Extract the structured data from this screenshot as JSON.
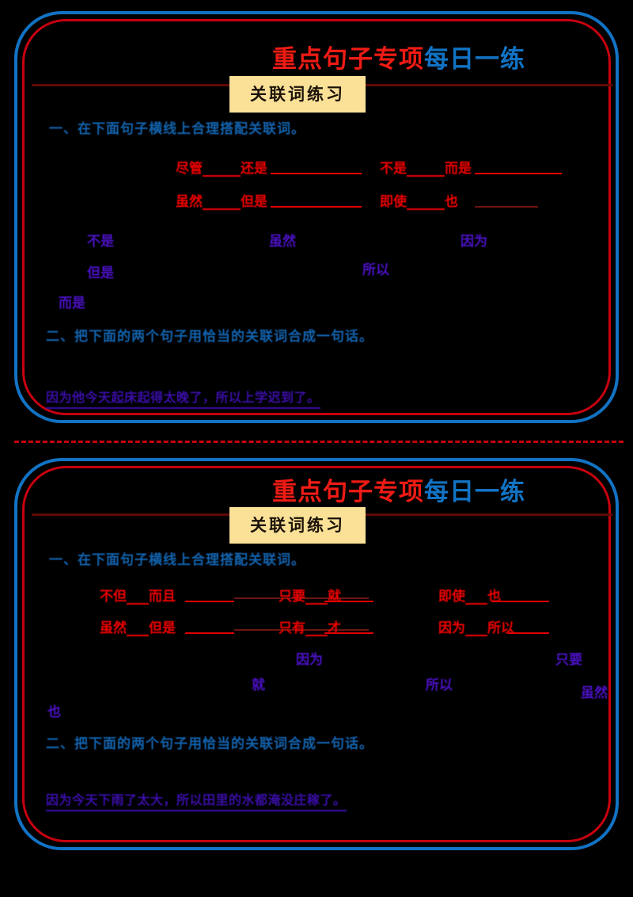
{
  "page": {
    "background_color": "#000000",
    "divider": "dashed-red-separator"
  },
  "theme": {
    "border_outer": "#1273c4",
    "border_inner": "#c8000f",
    "title_red": "#ef1b14",
    "title_blue": "#1273c4",
    "subtitle_bg": "#fbe197",
    "heading_blue": "#1263ae",
    "conj_red": "#f00000",
    "conj_purple": "#4b11c4",
    "sentence_purple": "#3a0ea8",
    "rule_dark_red": "#5e0b05"
  },
  "cards": [
    {
      "id": "card-1",
      "header": {
        "title_red": "重点句子专项",
        "title_blue": "每日一练",
        "subtitle": "关联词练习"
      },
      "sections": [
        {
          "number": "一、",
          "heading": "在下面句子横线上合理搭配关联词。",
          "conjunction_pairs": [
            {
              "first": "尽管",
              "second": "还是"
            },
            {
              "first": "不是",
              "second": "而是"
            },
            {
              "first": "虽然",
              "second": "但是"
            },
            {
              "first": "即使",
              "second": "也"
            }
          ],
          "word_bank": [
            "不是",
            "虽然",
            "因为",
            "但是",
            "所以",
            "而是"
          ]
        },
        {
          "number": "二、",
          "heading": "把下面的两个句子用恰当的关联词合成一句话。",
          "answer": "因为他今天起床起得太晚了，所以上学迟到了。"
        }
      ]
    },
    {
      "id": "card-2",
      "header": {
        "title_red": "重点句子专项",
        "title_blue": "每日一练",
        "subtitle": "关联词练习"
      },
      "sections": [
        {
          "number": "一、",
          "heading": "在下面句子横线上合理搭配关联词。",
          "conjunction_pairs": [
            {
              "first": "不但",
              "second": "而且"
            },
            {
              "first": "只要",
              "second": "就"
            },
            {
              "first": "即使",
              "second": "也"
            },
            {
              "first": "虽然",
              "second": "但是"
            },
            {
              "first": "只有",
              "second": "才"
            },
            {
              "first": "因为",
              "second": "所以"
            }
          ],
          "word_bank": [
            "因为",
            "只要",
            "就",
            "所以",
            "虽然",
            "也"
          ]
        },
        {
          "number": "二、",
          "heading": "把下面的两个句子用恰当的关联词合成一句话。",
          "answer": "因为今天下雨了太大，所以田里的水都淹没庄稼了。"
        }
      ]
    }
  ]
}
